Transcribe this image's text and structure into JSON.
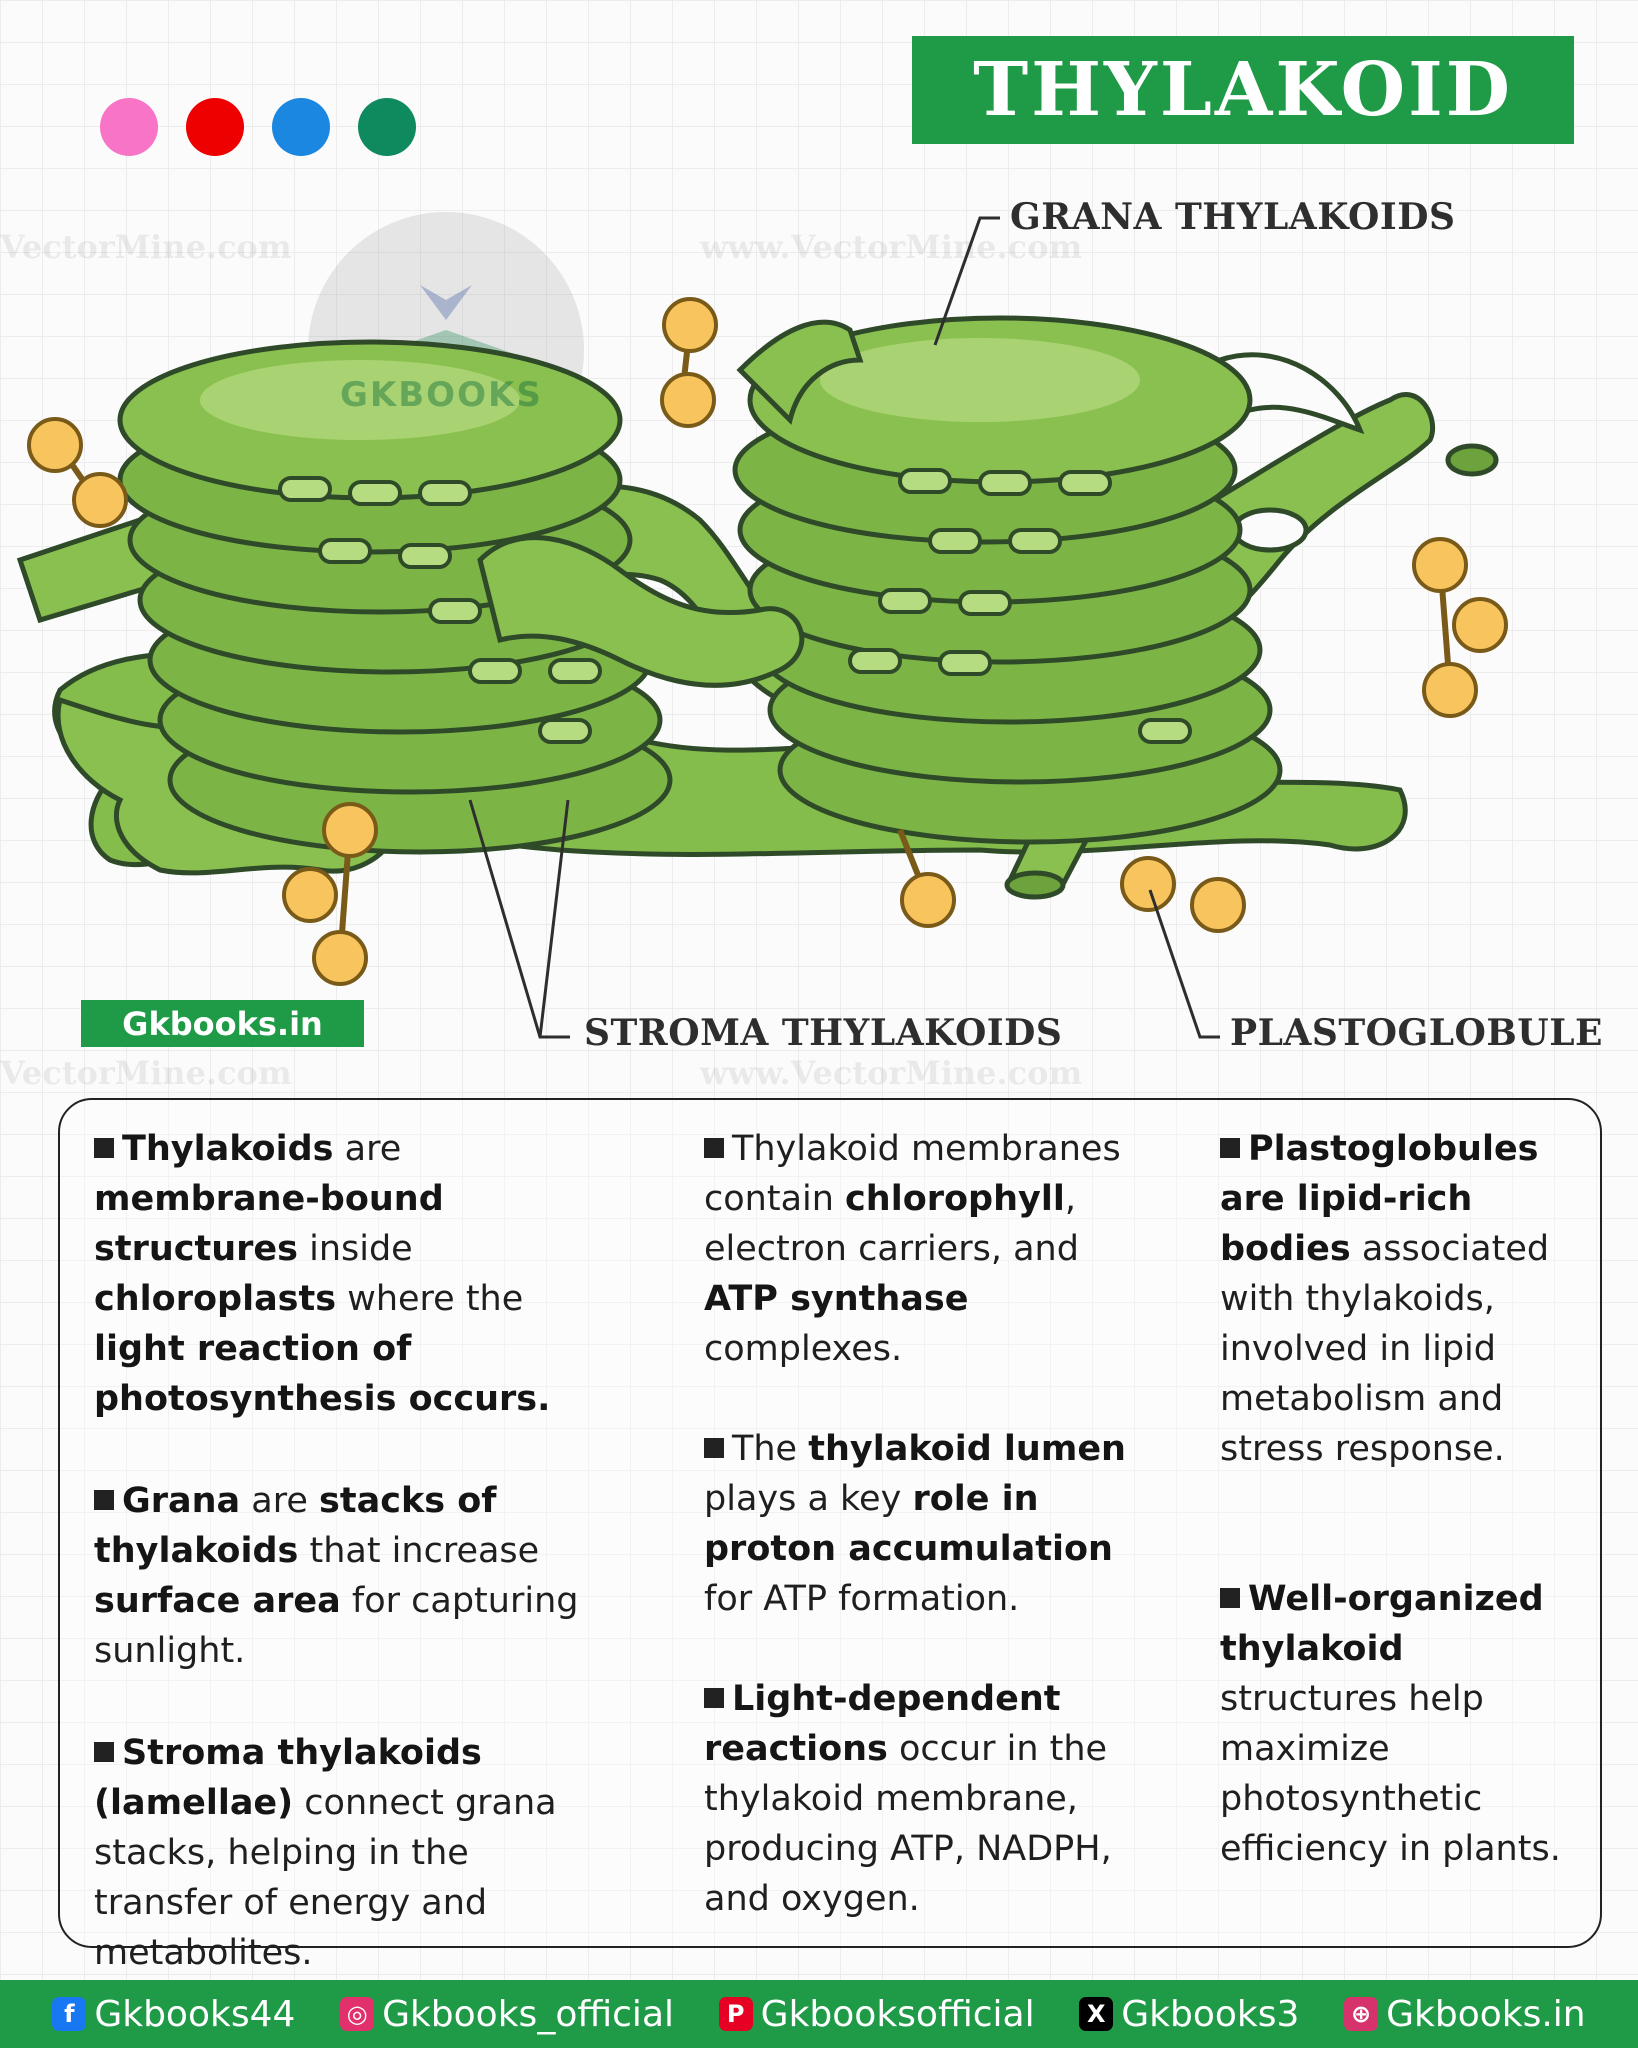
{
  "header": {
    "title": "THYLAKOID",
    "dots": [
      "#f774c6",
      "#ee0000",
      "#1b87e0",
      "#0e8a5e"
    ]
  },
  "diagram": {
    "labels": {
      "grana": "GRANA THYLAKOIDS",
      "stroma": "STROMA THYLAKOIDS",
      "plastoglobule": "PLASTOGLOBULE"
    },
    "logo_text": "GKBOOKS",
    "site_badge": "Gkbooks.in",
    "watermarks": [
      "www.VectorMine.com",
      "VectorMine.com",
      "www.VectorMine.com",
      "VectorMine.com"
    ],
    "colors": {
      "membrane": "#8ac04f",
      "membrane_light": "#b6dc82",
      "outline": "#2f4a28",
      "globule": "#f7c45e",
      "accent": "#1f9a46"
    }
  },
  "info": {
    "col1": [
      [
        {
          "b": "Thylakoids"
        },
        {
          "t": " are "
        },
        {
          "b": "membrane-bound structures"
        },
        {
          "t": " inside "
        },
        {
          "b": "chloroplasts"
        },
        {
          "t": " where the "
        },
        {
          "b": "light reaction of photosynthesis occurs."
        }
      ],
      [
        {
          "b": "Grana"
        },
        {
          "t": " are "
        },
        {
          "b": "stacks of thylakoids"
        },
        {
          "t": " that increase "
        },
        {
          "b": "surface area"
        },
        {
          "t": " for capturing sunlight."
        }
      ],
      [
        {
          "b": "Stroma thylakoids (lamellae)"
        },
        {
          "t": " connect grana stacks, helping in the transfer of energy and metabolites."
        }
      ]
    ],
    "col2": [
      [
        {
          "t": "Thylakoid membranes contain "
        },
        {
          "b": "chlorophyll"
        },
        {
          "t": ", electron carriers, and "
        },
        {
          "b": "ATP synthase"
        },
        {
          "t": " complexes."
        }
      ],
      [
        {
          "t": "The "
        },
        {
          "b": "thylakoid lumen"
        },
        {
          "t": " plays a key "
        },
        {
          "b": "role in proton accumulation"
        },
        {
          "t": " for ATP formation."
        }
      ],
      [
        {
          "b": "Light-dependent reactions"
        },
        {
          "t": " occur in the thylakoid membrane, producing ATP, NADPH, and oxygen."
        }
      ]
    ],
    "col3": [
      [
        {
          "b": "Plastoglobules are lipid-rich bodies"
        },
        {
          "t": " associated with thylakoids, involved in lipid metabolism and stress response."
        }
      ],
      [
        {
          "b": "Well-organized thylakoid"
        },
        {
          "t": " structures help maximize photosynthetic efficiency in plants."
        }
      ]
    ]
  },
  "footer": {
    "items": [
      {
        "icon": "facebook-icon",
        "glyph": "f",
        "color": "#1877f2",
        "label": "Gkbooks44"
      },
      {
        "icon": "instagram-icon",
        "glyph": "◎",
        "color": "#e1306c",
        "label": "Gkbooks_official"
      },
      {
        "icon": "pinterest-icon",
        "glyph": "P",
        "color": "#e60023",
        "label": "Gkbooksofficial"
      },
      {
        "icon": "x-icon",
        "glyph": "X",
        "color": "#000000",
        "label": "Gkbooks3"
      },
      {
        "icon": "globe-icon",
        "glyph": "⊕",
        "color": "#d6336c",
        "label": "Gkbooks.in"
      }
    ]
  }
}
